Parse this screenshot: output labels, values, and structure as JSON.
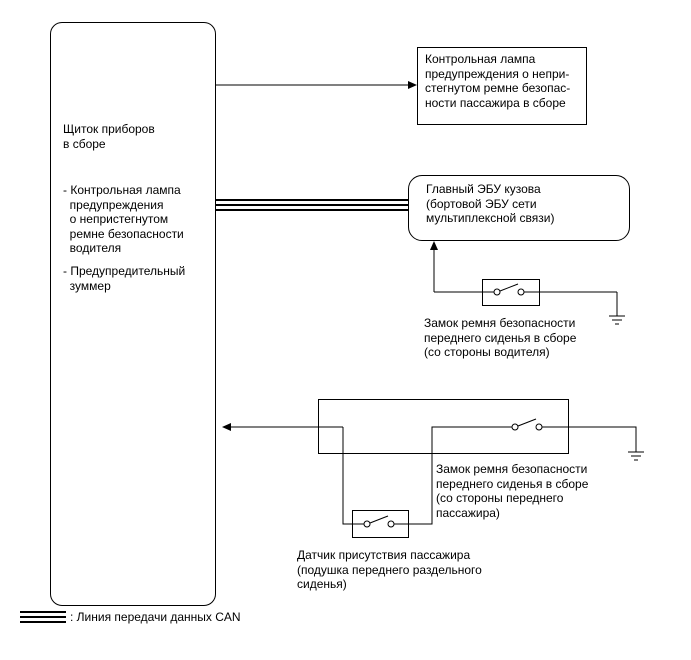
{
  "meter": {
    "title": "Щиток приборов\nв сборе",
    "item1": "- Контрольная лампа\n  предупреждения\n  о непристегнутом\n  ремне безопасности\n  водителя",
    "item2": "- Предупредительный\n  зуммер"
  },
  "passenger_lamp": "Контрольная лампа\nпредупреждения о непри-\nстегнутом ремне безопас-\nности пассажира в сборе",
  "main_ecu": "Главный ЭБУ кузова\n(бортовой ЭБУ сети\nмультиплексной связи)",
  "driver_buckle": "Замок ремня безопасности\nпереднего сиденья в сборе\n(со стороны водителя)",
  "passenger_buckle": "Замок ремня безопасности\nпереднего сиденья в сборе\n(со стороны переднего\nпассажира)",
  "occupant_sensor": "Датчик присутствия пассажира\n(подушка переднего раздельного\nсиденья)",
  "legend": ": Линия передачи данных CAN",
  "colors": {
    "line": "#000000",
    "background": "#ffffff"
  }
}
